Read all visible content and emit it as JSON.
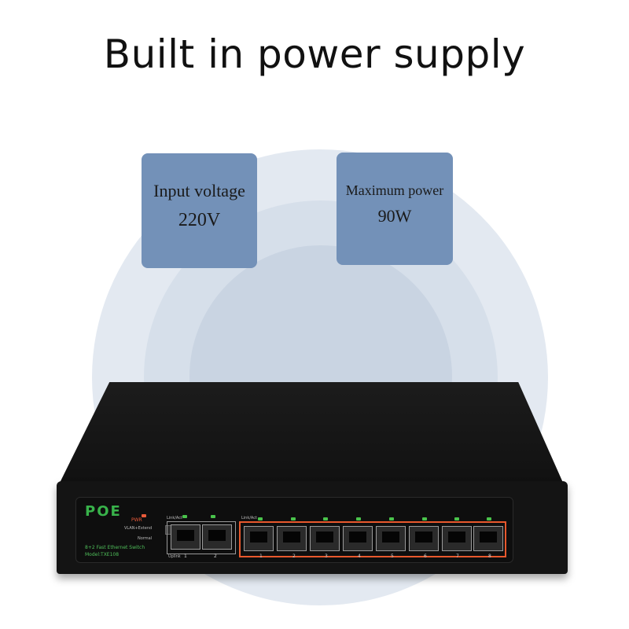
{
  "headline": "Built in power supply",
  "cards": [
    {
      "label": "Input voltage",
      "value": "220V"
    },
    {
      "label": "Maximum power",
      "value": "90W"
    }
  ],
  "colors": {
    "card": "#7391b8",
    "accent_port_frame": "#e8582d",
    "logo": "#38b24a"
  },
  "device": {
    "logo": "POE",
    "pwr": "PWR",
    "vlan_extend": "VLAN+Extend",
    "normal": "Normal",
    "model_line": "8+2 Fast Ethernet Switch",
    "model": "Model:TXE108",
    "linkact_uplink": "Link/Act",
    "linkact_poe": "Link/Act",
    "uplink_label": "Uplink",
    "uplink_ports": [
      "1",
      "2"
    ],
    "poe_ports": [
      "1",
      "2",
      "3",
      "4",
      "5",
      "6",
      "7",
      "8"
    ]
  }
}
